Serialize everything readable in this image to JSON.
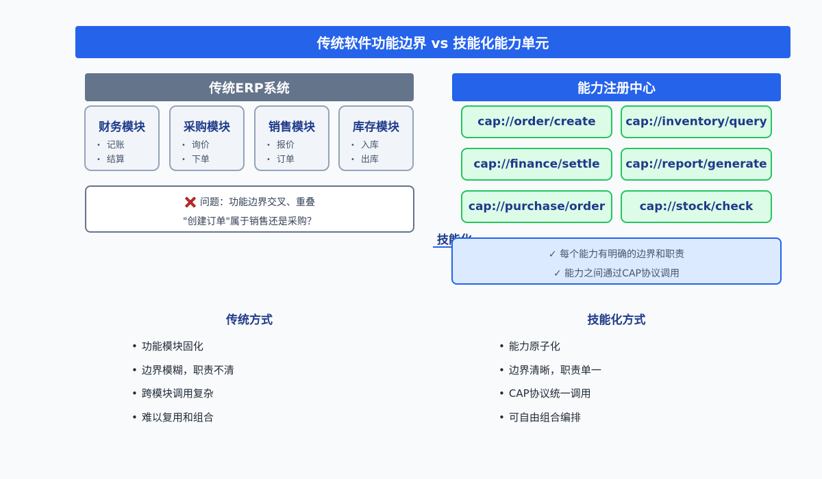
{
  "title": "传统软件功能边界 vs 技能化能力单元",
  "erp": {
    "header": "传统ERP系统",
    "modules": [
      {
        "name": "财务模块",
        "items": [
          "记账",
          "结算"
        ]
      },
      {
        "name": "采购模块",
        "items": [
          "询价",
          "下单"
        ]
      },
      {
        "name": "销售模块",
        "items": [
          "报价",
          "订单"
        ]
      },
      {
        "name": "库存模块",
        "items": [
          "入库",
          "出库"
        ]
      }
    ],
    "problem": {
      "icon": "cross-mark-icon",
      "line1": "问题：功能边界交叉、重叠",
      "line2": "\"创建订单\"属于销售还是采购？"
    }
  },
  "registry": {
    "header": "能力注册中心",
    "capabilities": [
      "cap://order/create",
      "cap://inventory/query",
      "cap://finance/settle",
      "cap://report/generate",
      "cap://purchase/order",
      "cap://stock/check"
    ],
    "skill_label": "技能化",
    "benefits": [
      "✓ 每个能力有明确的边界和职责",
      "✓ 能力之间通过CAP协议调用"
    ]
  },
  "comparison": {
    "traditional": {
      "title": "传统方式",
      "items": [
        "功能模块固化",
        "边界模糊，职责不清",
        "跨模块调用复杂",
        "难以复用和组合"
      ]
    },
    "skill": {
      "title": "技能化方式",
      "items": [
        "能力原子化",
        "边界清晰，职责单一",
        "CAP协议统一调用",
        "可自由组合编排"
      ]
    }
  },
  "colors": {
    "primary": "#2563eb",
    "slate": "#64748b",
    "capability_fill": "#dcfce7",
    "capability_border": "#22c55e",
    "heading_text": "#1e3a8a"
  }
}
